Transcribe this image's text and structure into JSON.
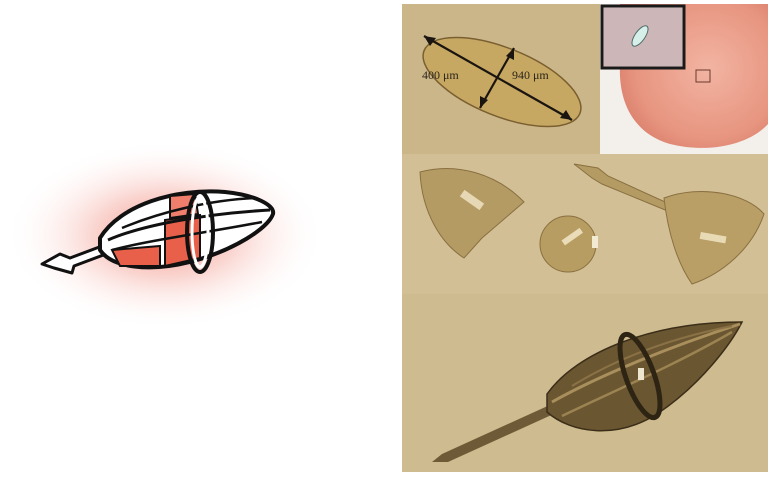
{
  "figure": {
    "measurements": {
      "width_label": "400 μm",
      "length_label": "940 μm"
    },
    "icons": {
      "schematic": "microrobot-schematic-icon",
      "top_photo": "flat-leaf-part-photo",
      "inset": "fingertip-inset-photo",
      "middle_photo": "folding-parts-photo",
      "bottom_photo": "assembled-microrobot-photo"
    },
    "colors": {
      "accent_red": "#e8604a",
      "glow": "#f4b9b0",
      "background_tan": "#cdb98f",
      "part_gold": "#b89a62",
      "fingertip": "#e9a090"
    }
  }
}
